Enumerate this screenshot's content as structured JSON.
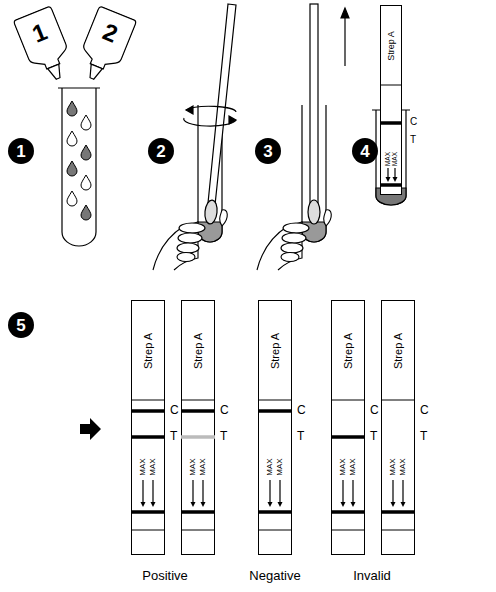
{
  "diagram": {
    "nodes": [
      {
        "text": [
          "1"
        ]
      },
      {
        "text": [
          "2"
        ]
      },
      {
        "text": [
          "1"
        ]
      },
      {
        "text": [
          "2"
        ]
      },
      {
        "text": [
          "3"
        ]
      },
      {
        "text": [
          "4"
        ]
      },
      {
        "text": [
          "Strep A",
          "MAX",
          "MAX"
        ]
      },
      {
        "text": [
          "5"
        ]
      },
      {
        "text": [
          "Strep A",
          "MAX",
          "MAX"
        ]
      },
      {
        "text": [
          "Strep A",
          "MAX",
          "MAX"
        ]
      },
      {
        "text": [
          "Strep A",
          "MAX",
          "MAX"
        ]
      },
      {
        "text": [
          "Strep A",
          "MAX",
          "MAX"
        ]
      },
      {
        "text": [
          "Strep A",
          "MAX",
          "MAX"
        ]
      }
    ],
    "labels": [
      "C",
      "T",
      "C",
      "T",
      "C",
      "T",
      "C",
      "T",
      "C",
      "T",
      "C",
      "T",
      "Positive",
      "Negative",
      "Invalid"
    ]
  }
}
